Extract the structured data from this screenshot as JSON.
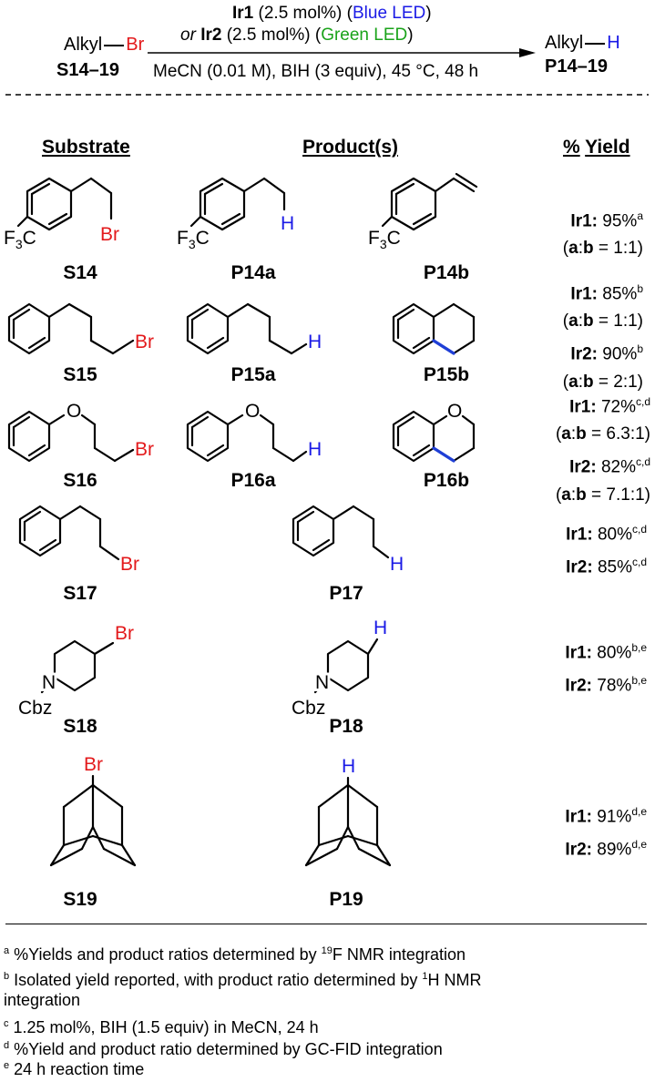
{
  "scheme": {
    "reactant_alkyl": "Alkyl",
    "reactant_br": "Br",
    "reactant_label": "S14–19",
    "product_alkyl": "Alkyl",
    "product_h": "H",
    "product_label": "P14–19",
    "cond1_cat": "Ir1",
    "cond1_load": "(2.5 mol%)",
    "cond1_light": "Blue LED",
    "cond2_or": "or",
    "cond2_cat": "Ir2",
    "cond2_load": "(2.5 mol%)",
    "cond2_light": "Green LED",
    "cond3": "MeCN (0.01 M), BIH (3 equiv), 45 °C, 48 h"
  },
  "headers": {
    "substrate": "Substrate",
    "products": "Product(s)",
    "yield_pct": "%",
    "yield_word": "Yield"
  },
  "atoms": {
    "br": "Br",
    "h": "H",
    "f3c": "F",
    "f3c_sub": "3",
    "f3c_c": "C",
    "o": "O",
    "n": "N",
    "cbz": "Cbz"
  },
  "rows": [
    {
      "substrate": "S14",
      "products": [
        "P14a",
        "P14b"
      ],
      "yield_lines": [
        {
          "cat": "Ir1:",
          "value": "95%",
          "note": "a"
        },
        {
          "ratio": "(a:b = 1:1)",
          "ra": "a",
          "rb": "b",
          "rv": "1:1"
        }
      ]
    },
    {
      "substrate": "S15",
      "products": [
        "P15a",
        "P15b"
      ],
      "yield_lines": [
        {
          "cat": "Ir1:",
          "value": "85%",
          "note": "b"
        },
        {
          "ra": "a",
          "rb": "b",
          "rv": "1:1"
        },
        {
          "cat": "Ir2:",
          "value": "90%",
          "note": "b"
        },
        {
          "ra": "a",
          "rb": "b",
          "rv": "2:1"
        }
      ]
    },
    {
      "substrate": "S16",
      "products": [
        "P16a",
        "P16b"
      ],
      "yield_lines": [
        {
          "cat": "Ir1:",
          "value": "72%",
          "note": "c,d"
        },
        {
          "ra": "a",
          "rb": "b",
          "rv": "6.3:1"
        },
        {
          "cat": "Ir2:",
          "value": "82%",
          "note": "c,d"
        },
        {
          "ra": "a",
          "rb": "b",
          "rv": "7.1:1"
        }
      ]
    },
    {
      "substrate": "S17",
      "products": [
        "P17"
      ],
      "yield_lines": [
        {
          "cat": "Ir1:",
          "value": "80%",
          "note": "c,d"
        },
        {
          "cat": "Ir2:",
          "value": "85%",
          "note": "c,d"
        }
      ]
    },
    {
      "substrate": "S18",
      "products": [
        "P18"
      ],
      "yield_lines": [
        {
          "cat": "Ir1:",
          "value": "80%",
          "note": "b,e"
        },
        {
          "cat": "Ir2:",
          "value": "78%",
          "note": "b,e"
        }
      ]
    },
    {
      "substrate": "S19",
      "products": [
        "P19"
      ],
      "yield_lines": [
        {
          "cat": "Ir1:",
          "value": "91%",
          "note": "d,e"
        },
        {
          "cat": "Ir2:",
          "value": "89%",
          "note": "d,e"
        }
      ]
    }
  ],
  "footnotes": [
    {
      "mark": "a",
      "text_pre": "%Yields and product ratios determined by ",
      "iso": "19",
      "text_post": "F NMR integration"
    },
    {
      "mark": "b",
      "text_pre": "Isolated yield reported, with product ratio determined by ",
      "iso": "1",
      "text_post": "H NMR"
    },
    {
      "mark": "",
      "text_pre": "integration",
      "iso": "",
      "text_post": ""
    },
    {
      "mark": "c",
      "text_pre": "1.25 mol%, BIH (1.5 equiv) in MeCN, 24 h",
      "iso": "",
      "text_post": ""
    },
    {
      "mark": "d",
      "text_pre": "%Yield and product ratio determined by GC-FID integration",
      "iso": "",
      "text_post": ""
    },
    {
      "mark": "e",
      "text_pre": "24 h reaction time",
      "iso": "",
      "text_post": ""
    }
  ]
}
